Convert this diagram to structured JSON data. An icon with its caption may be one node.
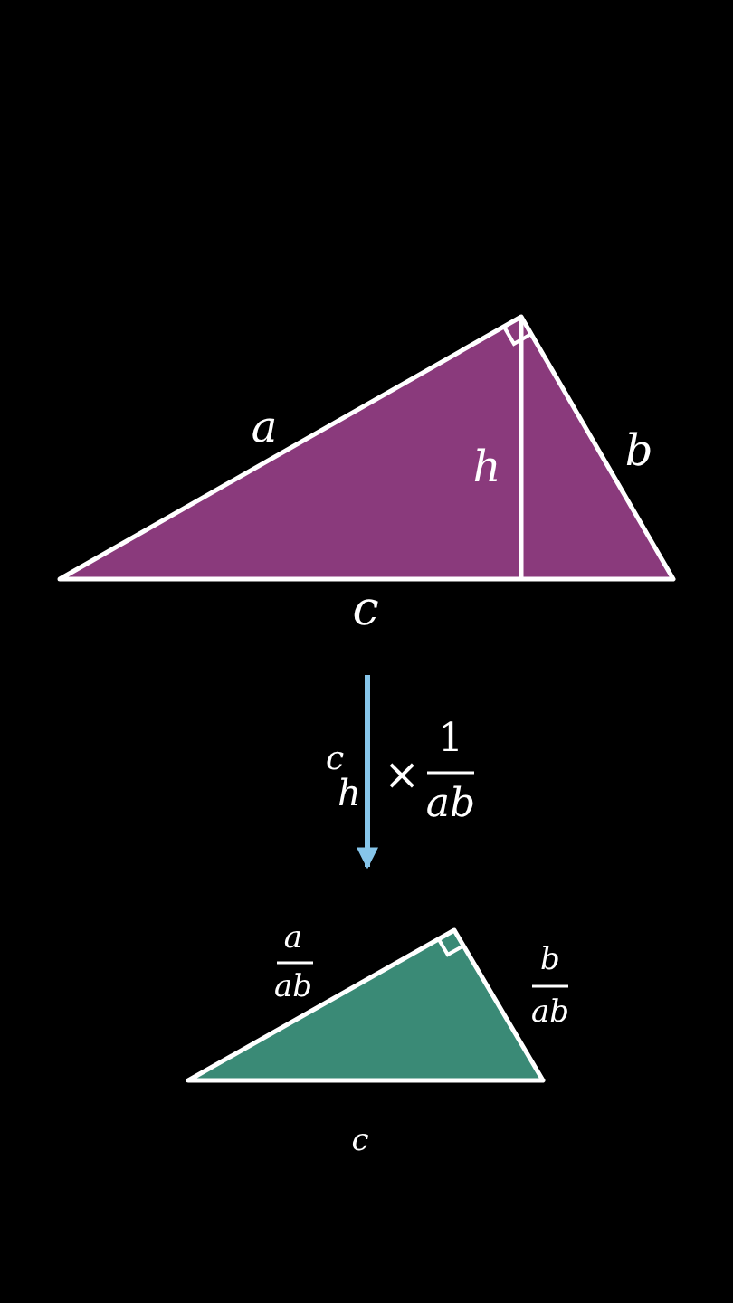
{
  "diagram": {
    "nodes": [
      {
        "text": [],
        "shape": "triangle"
      },
      {
        "text": [],
        "shape": "triangle"
      }
    ],
    "edges": [
      {
        "from": 0,
        "to": 1,
        "arrow": "to"
      }
    ],
    "labels": [
      "a",
      "h",
      "b",
      "c",
      "c",
      "h",
      "×",
      "1",
      "ab",
      "a",
      "ab",
      "b",
      "ab",
      "c"
    ]
  }
}
